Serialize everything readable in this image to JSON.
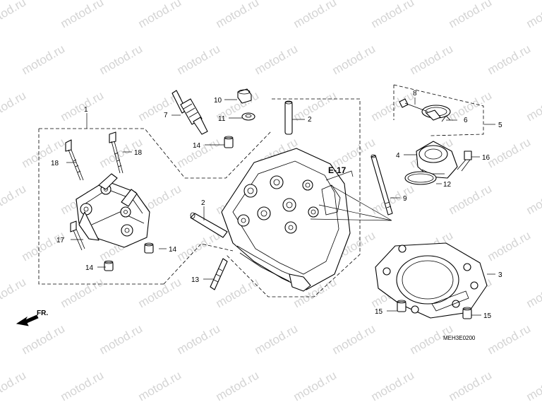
{
  "watermark": "motod.ru",
  "section_ref": "E-17",
  "direction_label": "FR.",
  "diagram_code": "MEH3E0200",
  "callouts": {
    "c1": "1",
    "c2a": "2",
    "c2b": "2",
    "c3": "3",
    "c4": "4",
    "c5": "5",
    "c6": "6",
    "c7": "7",
    "c8": "8",
    "c9": "9",
    "c10": "10",
    "c11": "11",
    "c12": "12",
    "c13": "13",
    "c14a": "14",
    "c14b": "14",
    "c14c": "14",
    "c15a": "15",
    "c15b": "15",
    "c16": "16",
    "c17": "17",
    "c18a": "18",
    "c18b": "18"
  }
}
